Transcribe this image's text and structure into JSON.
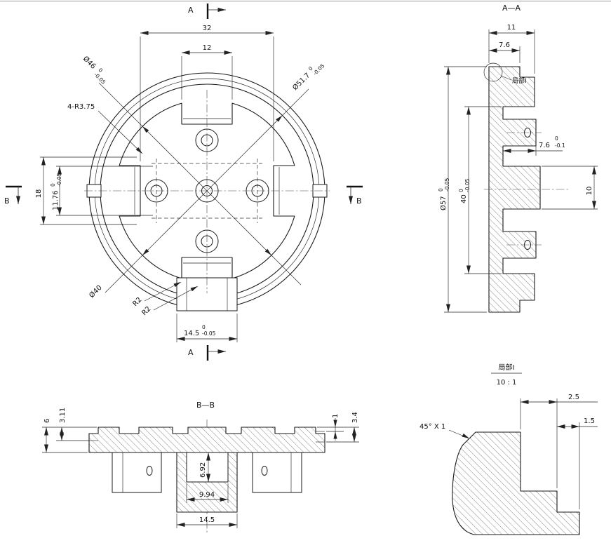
{
  "front": {
    "marker_a_top": "A",
    "marker_a_bottom": "A",
    "marker_b_left": "B",
    "marker_b_right": "B",
    "dim_32": "32",
    "dim_12": "12",
    "dim_18": "18",
    "dim_11_76": "11.76",
    "dim_11_76_up": "0",
    "dim_11_76_low": "-0.05",
    "dia_46": "Ø46",
    "dia_46_up": "0",
    "dia_46_low": "-0.05",
    "dia_51_7": "Ø51.7",
    "dia_51_7_up": "0",
    "dia_51_7_low": "-0.05",
    "corner_radius": "4-R3.75",
    "dia_40": "Ø40",
    "r2_a": "R2",
    "r2_b": "R2",
    "dim_14_5": "14.5",
    "dim_14_5_up": "0",
    "dim_14_5_low": "-0.05"
  },
  "aa": {
    "title": "A—A",
    "dim_11": "11",
    "dim_7_6": "7.6",
    "detail_label": "局部I",
    "dia_57": "Ø57",
    "dia_57_up": "0",
    "dia_57_low": "-0.05",
    "dim_40": "40",
    "dim_40_up": "0",
    "dim_40_low": "-0.05",
    "dim_7_6_right": "7.6",
    "dim_7_6_right_up": "0",
    "dim_7_6_right_low": "-0.1",
    "dim_10": "10"
  },
  "bb": {
    "title": "B—B",
    "dim_6": "6",
    "dim_3_11": "3.11",
    "dim_1": "1",
    "dim_3_4": "3.4",
    "dim_6_92": "6.92",
    "dim_9_94": "9.94",
    "dim_14_5": "14.5"
  },
  "detail": {
    "title": "局部I",
    "scale": "10 : 1",
    "dim_2_5": "2.5",
    "dim_1_5": "1.5",
    "chamfer": "45° X 1"
  }
}
